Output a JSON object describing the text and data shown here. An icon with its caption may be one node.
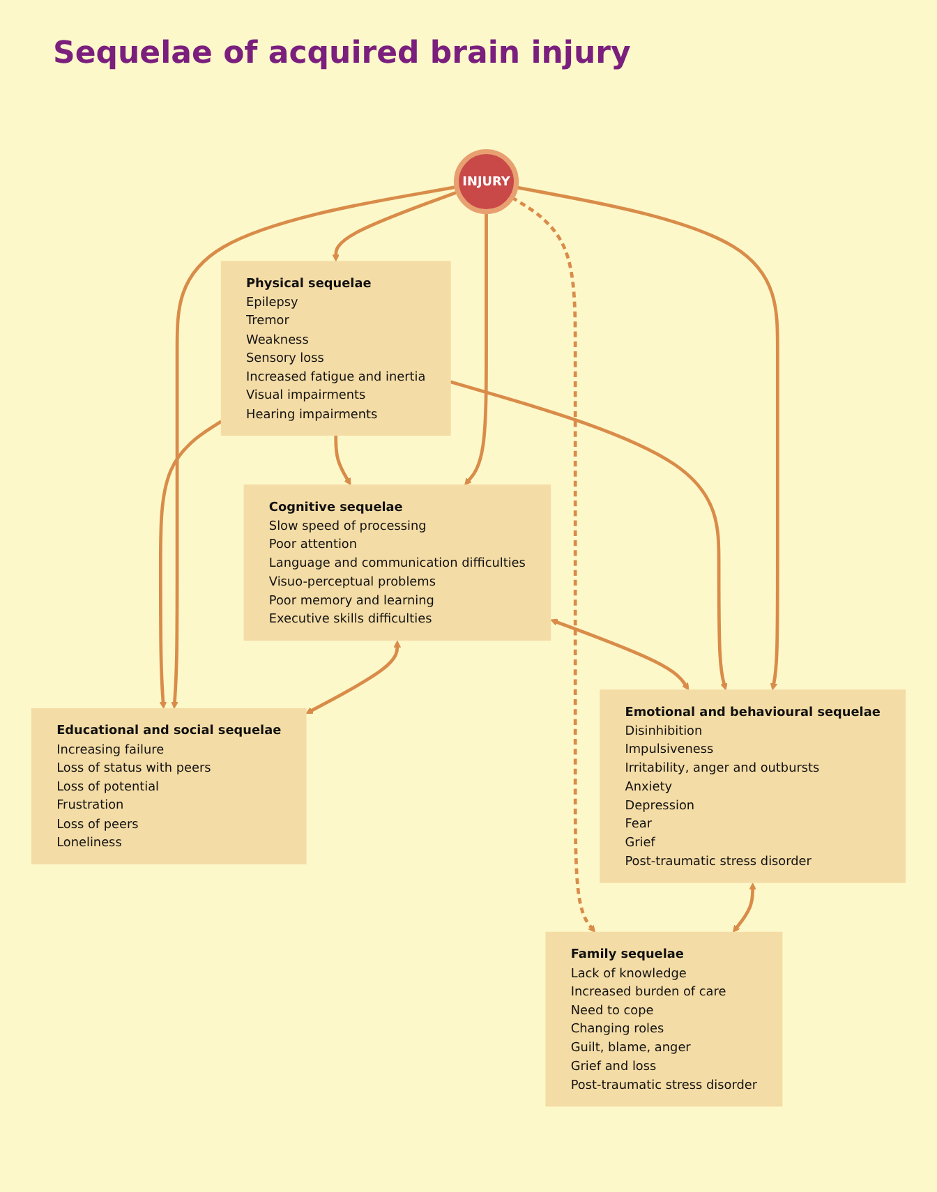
{
  "diagram": {
    "title": "Sequelae of acquired brain injury",
    "nodes": [
      {
        "text": [
          "Cognitive sequelae",
          "Slow speed of processing",
          "Poor attention",
          "Language and communication difficulties",
          "Visuo-perceptual problems",
          "Poor memory and learning",
          "Executive skills difficulties"
        ]
      },
      {
        "text": [
          "Physical sequelae",
          "Epilepsy",
          "Tremor",
          "Weakness",
          "Sensory loss",
          "Increased fatigue and inertia",
          "Visual impairments",
          "Hearing impairments"
        ]
      },
      {
        "text": [
          "INJURY"
        ]
      },
      {
        "text": [
          "Educational and social sequelae",
          "Increasing failure",
          "Loss of status with peers",
          "Loss of potential",
          "Frustration",
          "Loss of peers",
          "Loneliness"
        ]
      },
      {
        "text": [
          "Emotional and behavioural sequelae",
          "Disinhibition",
          "Impulsiveness",
          "Irritability, anger and outbursts",
          "Anxiety",
          "Depression",
          "Fear",
          "Grief",
          "Post-traumatic stress disorder"
        ]
      },
      {
        "text": [
          "Family sequelae",
          "Lack of knowledge",
          "Increased burden of care",
          "Need to cope",
          "Changing roles",
          "Guilt, blame, anger",
          "Grief and loss",
          "Post-traumatic stress disorder"
        ]
      }
    ],
    "edges": [
      {
        "from": 1,
        "to": 0,
        "arrow": "to"
      },
      {
        "from": 0,
        "to": 4,
        "arrow": "both"
      },
      {
        "from": 2,
        "to": 0,
        "arrow": "to"
      },
      {
        "from": 2,
        "to": 1,
        "arrow": "to"
      },
      {
        "from": 1,
        "to": 3,
        "arrow": "to"
      },
      {
        "from": 2,
        "to": 3,
        "arrow": "to"
      },
      {
        "from": 0,
        "to": 3,
        "arrow": "both"
      },
      {
        "from": 1,
        "to": 4,
        "arrow": "to"
      },
      {
        "from": 2,
        "to": 4,
        "arrow": "to"
      },
      {
        "from": 2,
        "to": 5,
        "arrow": "to",
        "style": "dashed"
      },
      {
        "from": 4,
        "to": 5,
        "arrow": "both"
      }
    ]
  }
}
